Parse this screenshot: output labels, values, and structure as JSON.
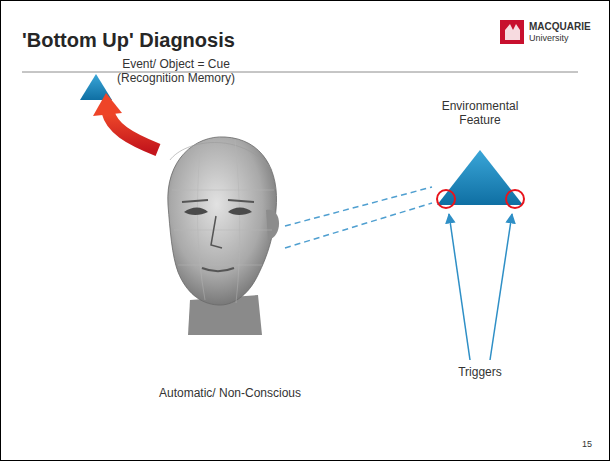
{
  "diagram": {
    "title": "'Bottom Up' Diagnosis",
    "labels": [
      "MACQUARIE",
      "University",
      "Event/ Object = Cue (Recognition Memory)",
      "Environmental Feature",
      "Triggers",
      "Automatic/ Non-Conscious",
      "15"
    ]
  }
}
